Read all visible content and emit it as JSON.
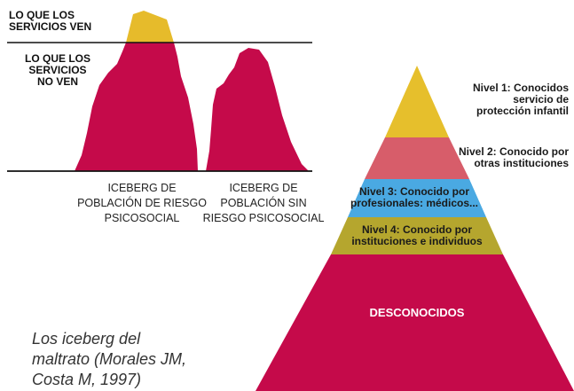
{
  "iceberg": {
    "visible_label": [
      "LO QUE LOS",
      "SERVICIOS VEN"
    ],
    "hidden_label": [
      "LO QUE LOS",
      "SERVICIOS",
      "NO VEN"
    ],
    "caption_risk": [
      "ICEBERG DE",
      "POBLACIÓN DE RIESGO",
      "PSICOSOCIAL"
    ],
    "caption_no_risk": [
      "ICEBERG DE",
      "POBLACIÓN SIN",
      "RIESGO PSICOSOCIAL"
    ],
    "colors": {
      "tip": "#e6bb2b",
      "body": "#c50a4a",
      "line": "#111111"
    }
  },
  "pyramid": {
    "levels": [
      {
        "lines": [
          "Nivel 1: Conocidos",
          "servicio de",
          "protección infantil"
        ],
        "color": "#e6bf2c"
      },
      {
        "lines": [
          "Nivel 2: Conocido por",
          "otras instituciones"
        ],
        "color": "#d75d6a"
      },
      {
        "lines": [
          "Nivel 3: Conocido por",
          "profesionales: médicos..."
        ],
        "color": "#4aa9e2"
      },
      {
        "lines": [
          "Nivel 4: Conocido por",
          "instituciones e individuos"
        ],
        "color": "#b5a62e"
      }
    ],
    "base_label": "DESCONOCIDOS",
    "base_color": "#c50a4a"
  },
  "citation": [
    "Los iceberg del",
    "maltrato (Morales JM,",
    "Costa M, 1997)"
  ]
}
